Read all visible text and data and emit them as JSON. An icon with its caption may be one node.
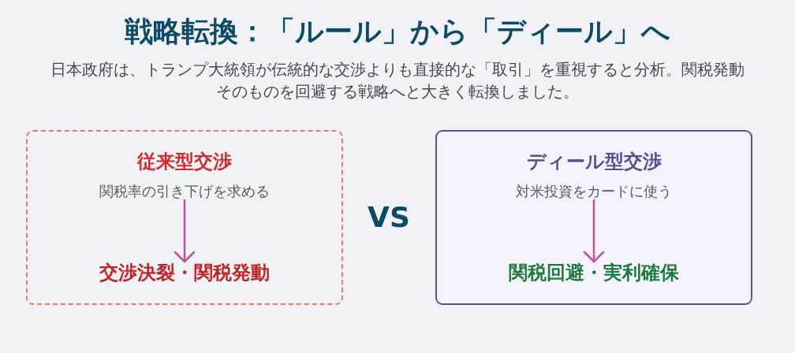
{
  "diagram": {
    "title": "戦略転換：「ルール」から「ディール」へ",
    "nodes": [
      {
        "text": [
          "従来型交渉"
        ]
      },
      {
        "text": [
          "関税率の引き下げを求める"
        ],
        "in": 0
      },
      {
        "text": [
          "交渉決裂・関税発動"
        ],
        "in": 0
      },
      {
        "text": [
          "ディール型交渉"
        ]
      },
      {
        "text": [
          "対米投資をカードに使う"
        ],
        "in": 3
      },
      {
        "text": [
          "関税回避・実利確保"
        ],
        "in": 3
      }
    ],
    "edges": [
      {
        "from": 1,
        "to": 2,
        "arrow": "to"
      },
      {
        "from": 4,
        "to": 5,
        "arrow": "to"
      }
    ],
    "labels": [
      "日本政府は、トランプ大統領が伝統的な交渉よりも直接的な「取引」を重視すると分析。関税発動そのものを回避する戦略へと大きく転換しました。",
      "VS"
    ]
  }
}
